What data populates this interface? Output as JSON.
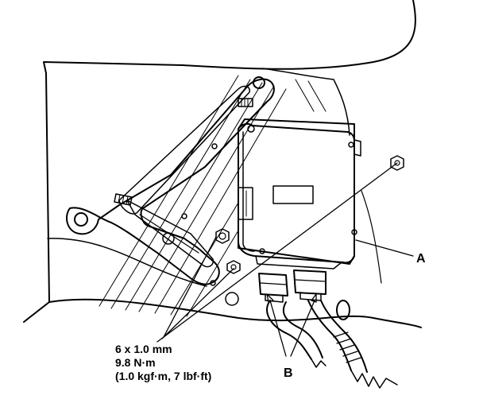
{
  "callouts": {
    "a": "A",
    "b": "B"
  },
  "fastener_spec": {
    "size": "6 x 1.0 mm",
    "torque_nm": "9.8 N·m",
    "torque_alt": "(1.0 kgf·m, 7 lbf·ft)"
  },
  "colors": {
    "line": "#000000",
    "background": "#ffffff"
  }
}
